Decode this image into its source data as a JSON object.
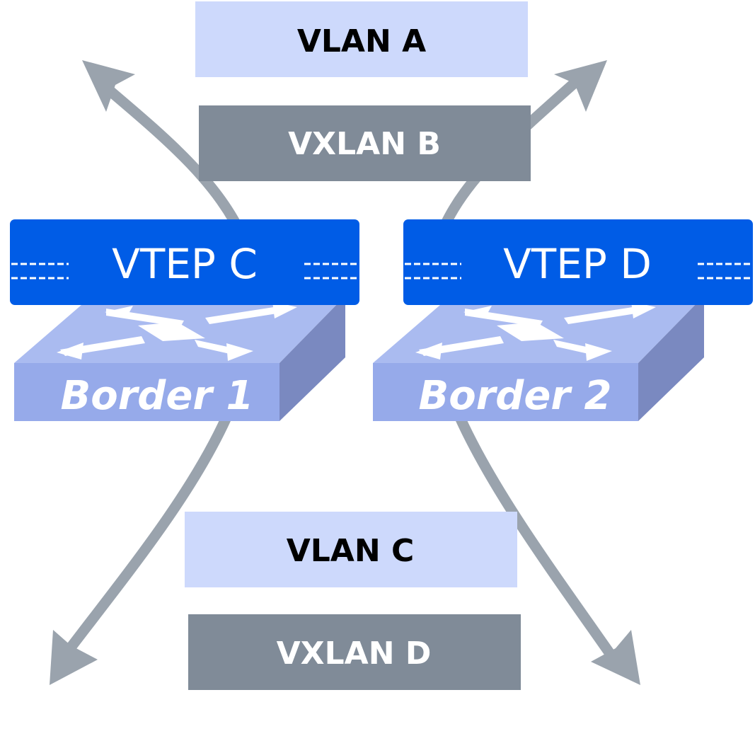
{
  "labels": {
    "vlan_a": "VLAN A",
    "vxlan_b": "VXLAN B",
    "vtep_c": "VTEP C",
    "vtep_d": "VTEP D",
    "border_1": "Border 1",
    "border_2": "Border 2",
    "vlan_c": "VLAN C",
    "vxlan_d": "VXLAN D"
  },
  "colors": {
    "vlan_box": "#cdd9fc",
    "vxlan_box": "#808b98",
    "vtep_box": "#005ce6",
    "switch_top": "#aabbf0",
    "switch_front": "#96aaea",
    "switch_side": "#7a89c0",
    "arrow": "#9aa3ad"
  },
  "icons": {
    "switch": "network-switch-icon",
    "arrow": "bidirectional-curved-arrow-icon"
  }
}
